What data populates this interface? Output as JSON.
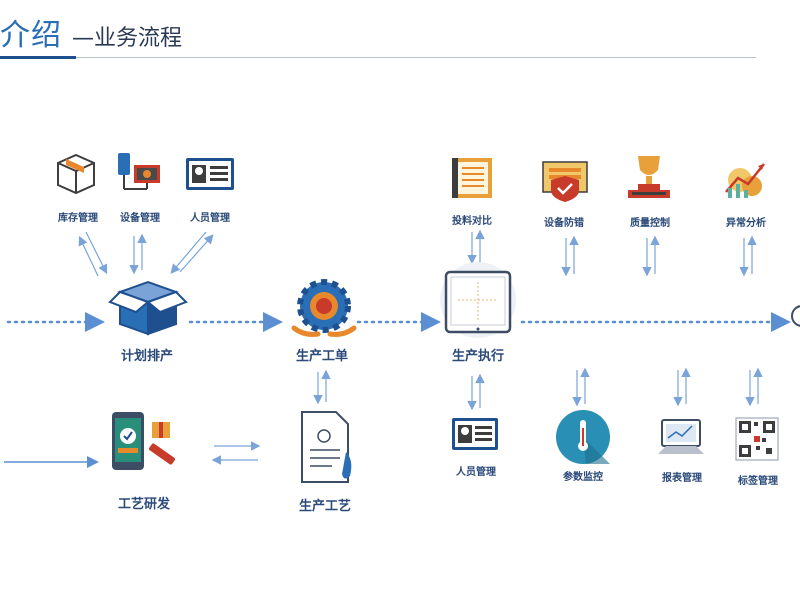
{
  "header": {
    "title_accent": "介绍",
    "title_rest": "—业务流程"
  },
  "colors": {
    "primary_blue": "#1e4f8f",
    "accent_blue": "#2a6fb5",
    "arrow_blue": "#5b8fd1",
    "orange": "#e8882c",
    "red": "#c83a2a",
    "label": "#2b4a7a"
  },
  "nodes": {
    "plan": {
      "label": "计划排产",
      "icon": "open-box-icon"
    },
    "work_order": {
      "label": "生产工单",
      "icon": "gear-hands-icon"
    },
    "execution": {
      "label": "生产执行",
      "icon": "tablet-icon"
    },
    "process_dev": {
      "label": "工艺研发",
      "icon": "phone-gift-icon"
    },
    "process": {
      "label": "生产工艺",
      "icon": "document-icon"
    }
  },
  "modules": {
    "inventory": {
      "label": "库存管理",
      "icon": "package-icon"
    },
    "equipment": {
      "label": "设备管理",
      "icon": "network-computer-icon"
    },
    "personnel_top": {
      "label": "人员管理",
      "icon": "id-card-icon"
    },
    "feeding": {
      "label": "投料对比",
      "icon": "ledger-icon"
    },
    "anti_error": {
      "label": "设备防错",
      "icon": "shield-check-icon"
    },
    "quality": {
      "label": "质量控制",
      "icon": "trophy-icon"
    },
    "anomaly": {
      "label": "异常分析",
      "icon": "trend-chart-icon"
    },
    "personnel_bottom": {
      "label": "人员管理",
      "icon": "id-card-icon"
    },
    "params": {
      "label": "参数监控",
      "icon": "thermometer-icon"
    },
    "reports": {
      "label": "报表管理",
      "icon": "monitor-icon"
    },
    "labels": {
      "label": "标签管理",
      "icon": "qr-code-icon"
    }
  }
}
